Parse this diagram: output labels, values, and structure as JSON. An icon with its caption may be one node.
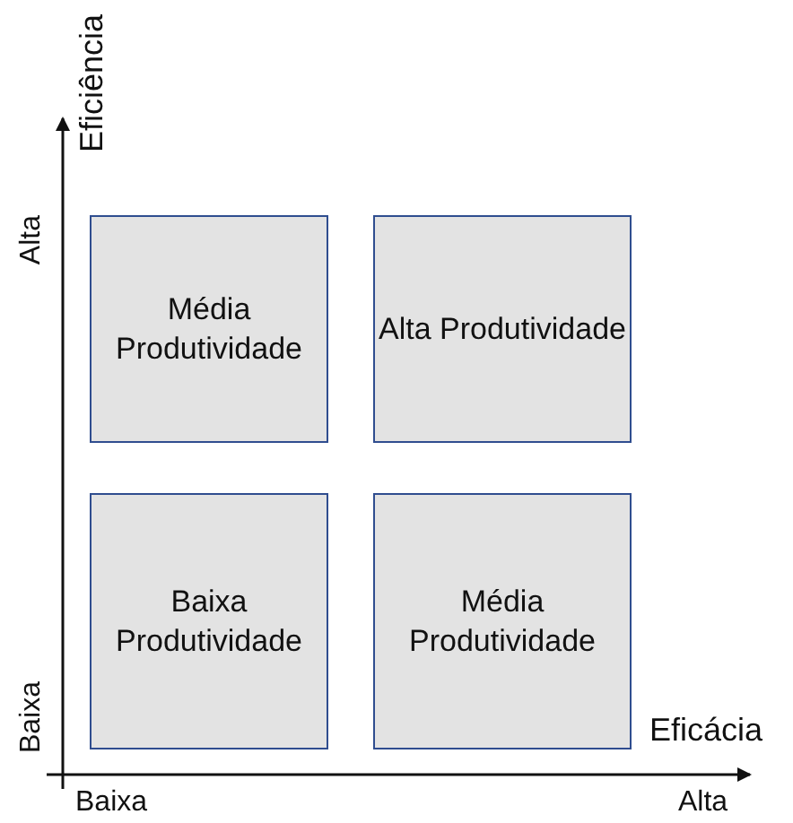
{
  "diagram": {
    "nodes": [
      {
        "text": [
          "Média Produtividade"
        ]
      },
      {
        "text": [
          "Alta Produtividade"
        ]
      },
      {
        "text": [
          "Baixa Produtividade"
        ]
      },
      {
        "text": [
          "Média Produtividade"
        ]
      }
    ],
    "labels": [
      "Eficiência",
      "Alta",
      "Baixa",
      "Eficácia",
      "Baixa",
      "Alta"
    ]
  }
}
